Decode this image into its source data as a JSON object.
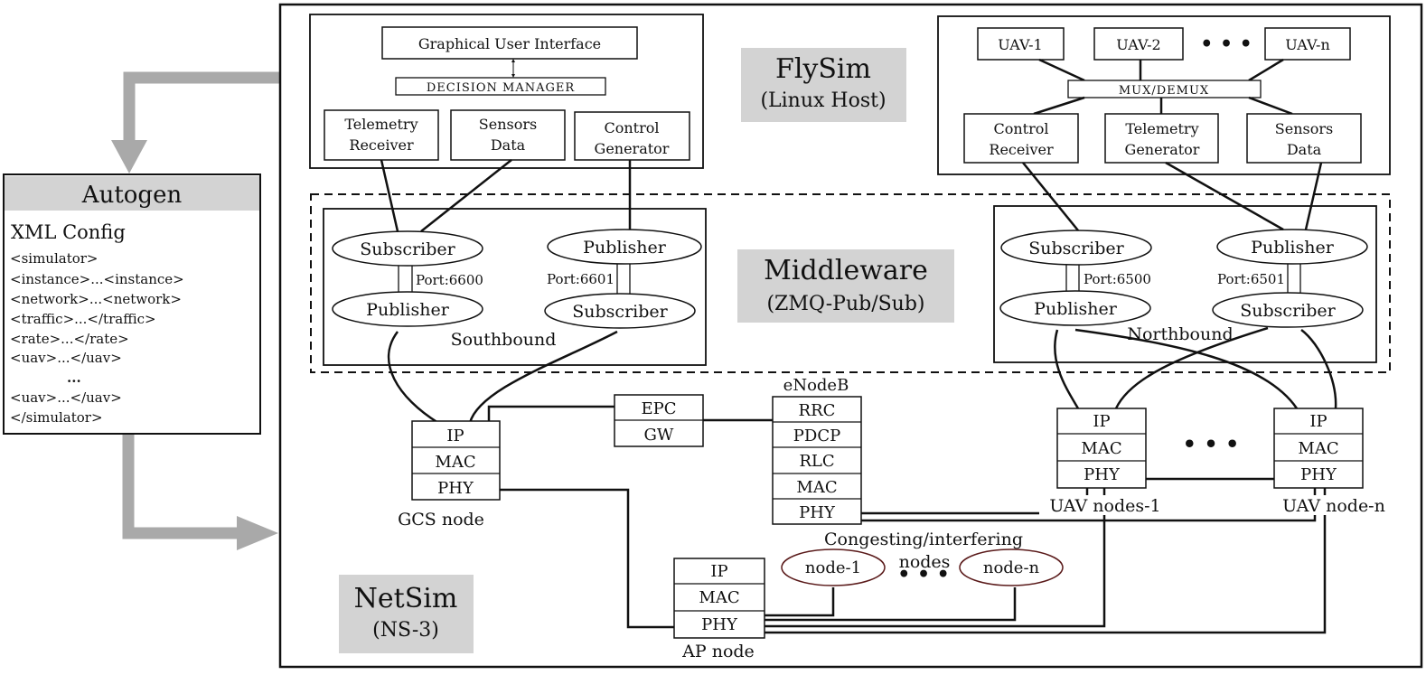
{
  "autogen": {
    "title": "Autogen",
    "subtitle": "XML Config",
    "lines": [
      "<simulator>",
      "<instance>...<instance>",
      "<network>...<network>",
      "<traffic>...</traffic>",
      "<rate>...</rate>",
      "<uav>...</uav>",
      "...",
      "<uav>...</uav>",
      "</simulator>"
    ]
  },
  "flysim": {
    "title": "FlySim",
    "subtitle": "(Linux Host)",
    "left": {
      "gui": "Graphical User Interface",
      "decision_manager": "DECISION MANAGER",
      "telemetry_receiver": [
        "Telemetry",
        "Receiver"
      ],
      "sensors_data": [
        "Sensors",
        "Data"
      ],
      "control_generator": [
        "Control",
        "Generator"
      ]
    },
    "right": {
      "uav_1": "UAV-1",
      "uav_2": "UAV-2",
      "uav_n": "UAV-n",
      "dots": "• • •",
      "mux": "MUX/DEMUX",
      "control_receiver": [
        "Control",
        "Receiver"
      ],
      "telemetry_generator": [
        "Telemetry",
        "Generator"
      ],
      "sensors_data": [
        "Sensors",
        "Data"
      ]
    }
  },
  "middleware": {
    "title": "Middleware",
    "subtitle": "(ZMQ-Pub/Sub)",
    "southbound": {
      "label": "Southbound",
      "subscriber_top": "Subscriber",
      "publisher_top": "Publisher",
      "publisher_bottom": "Publisher",
      "subscriber_bottom": "Subscriber",
      "port_a": "Port:6600",
      "port_b": "Port:6601"
    },
    "northbound": {
      "label": "Northbound",
      "subscriber_top": "Subscriber",
      "publisher_top": "Publisher",
      "publisher_bottom": "Publisher",
      "subscriber_bottom": "Subscriber",
      "port_a": "Port:6500",
      "port_b": "Port:6501"
    }
  },
  "netsim": {
    "title": "NetSim",
    "subtitle": "(NS-3)",
    "gcs": {
      "layers": [
        "IP",
        "MAC",
        "PHY"
      ],
      "label": "GCS node"
    },
    "epc": [
      "EPC",
      "GW"
    ],
    "enodeb": {
      "label": "eNodeB",
      "layers": [
        "RRC",
        "PDCP",
        "RLC",
        "MAC",
        "PHY"
      ]
    },
    "uav_node_1": {
      "layers": [
        "IP",
        "MAC",
        "PHY"
      ],
      "label": "UAV nodes-1"
    },
    "uav_node_n": {
      "layers": [
        "IP",
        "MAC",
        "PHY"
      ],
      "label": "UAV node-n"
    },
    "uav_dots": "• • •",
    "ap": {
      "layers": [
        "IP",
        "MAC",
        "PHY"
      ],
      "label": "AP node"
    },
    "congesting": {
      "label_1": "Congesting/interfering",
      "label_2": "nodes",
      "node_1": "node-1",
      "node_n": "node-n",
      "dots": "• • •"
    }
  },
  "colors": {
    "label_bg": "#d3d3d3",
    "arrow": "#a9a9a9",
    "node_outline": "#5a1a1a"
  }
}
